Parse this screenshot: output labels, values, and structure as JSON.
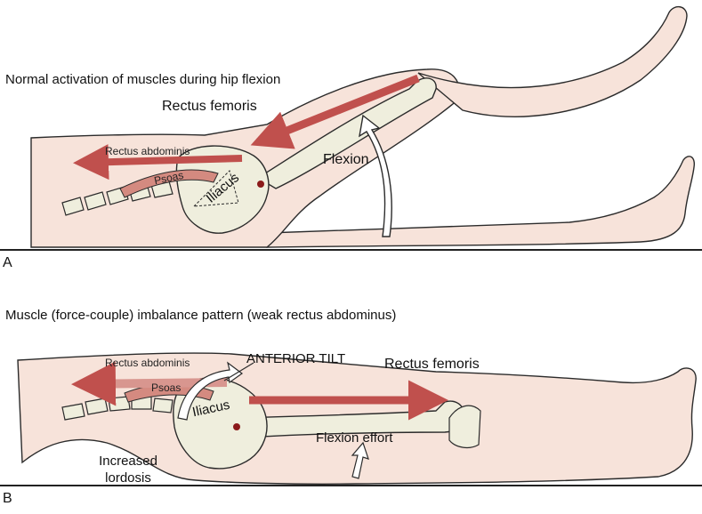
{
  "panelA": {
    "letter": "A",
    "title": "Normal activation of muscles during hip flexion",
    "labels": {
      "rectus_femoris": "Rectus femoris",
      "rectus_abdominis": "Rectus abdominis",
      "psoas": "Psoas",
      "iliacus": "Iliacus",
      "flexion": "Flexion"
    }
  },
  "panelB": {
    "letter": "B",
    "title": "Muscle (force-couple) imbalance pattern (weak rectus abdominus)",
    "labels": {
      "rectus_abdominis": "Rectus abdominis",
      "anterior_tilt": "ANTERIOR TILT",
      "rectus_femoris": "Rectus femoris",
      "psoas": "Psoas",
      "iliacus": "Iliacus",
      "flexion_effort": "Flexion effort",
      "lordosis_line1": "Increased",
      "lordosis_line2": "lordosis"
    }
  },
  "colors": {
    "skin": "#f7e3da",
    "bone": "#efeedd",
    "muscle": "#c0504d",
    "outline": "#2b2b2b"
  }
}
